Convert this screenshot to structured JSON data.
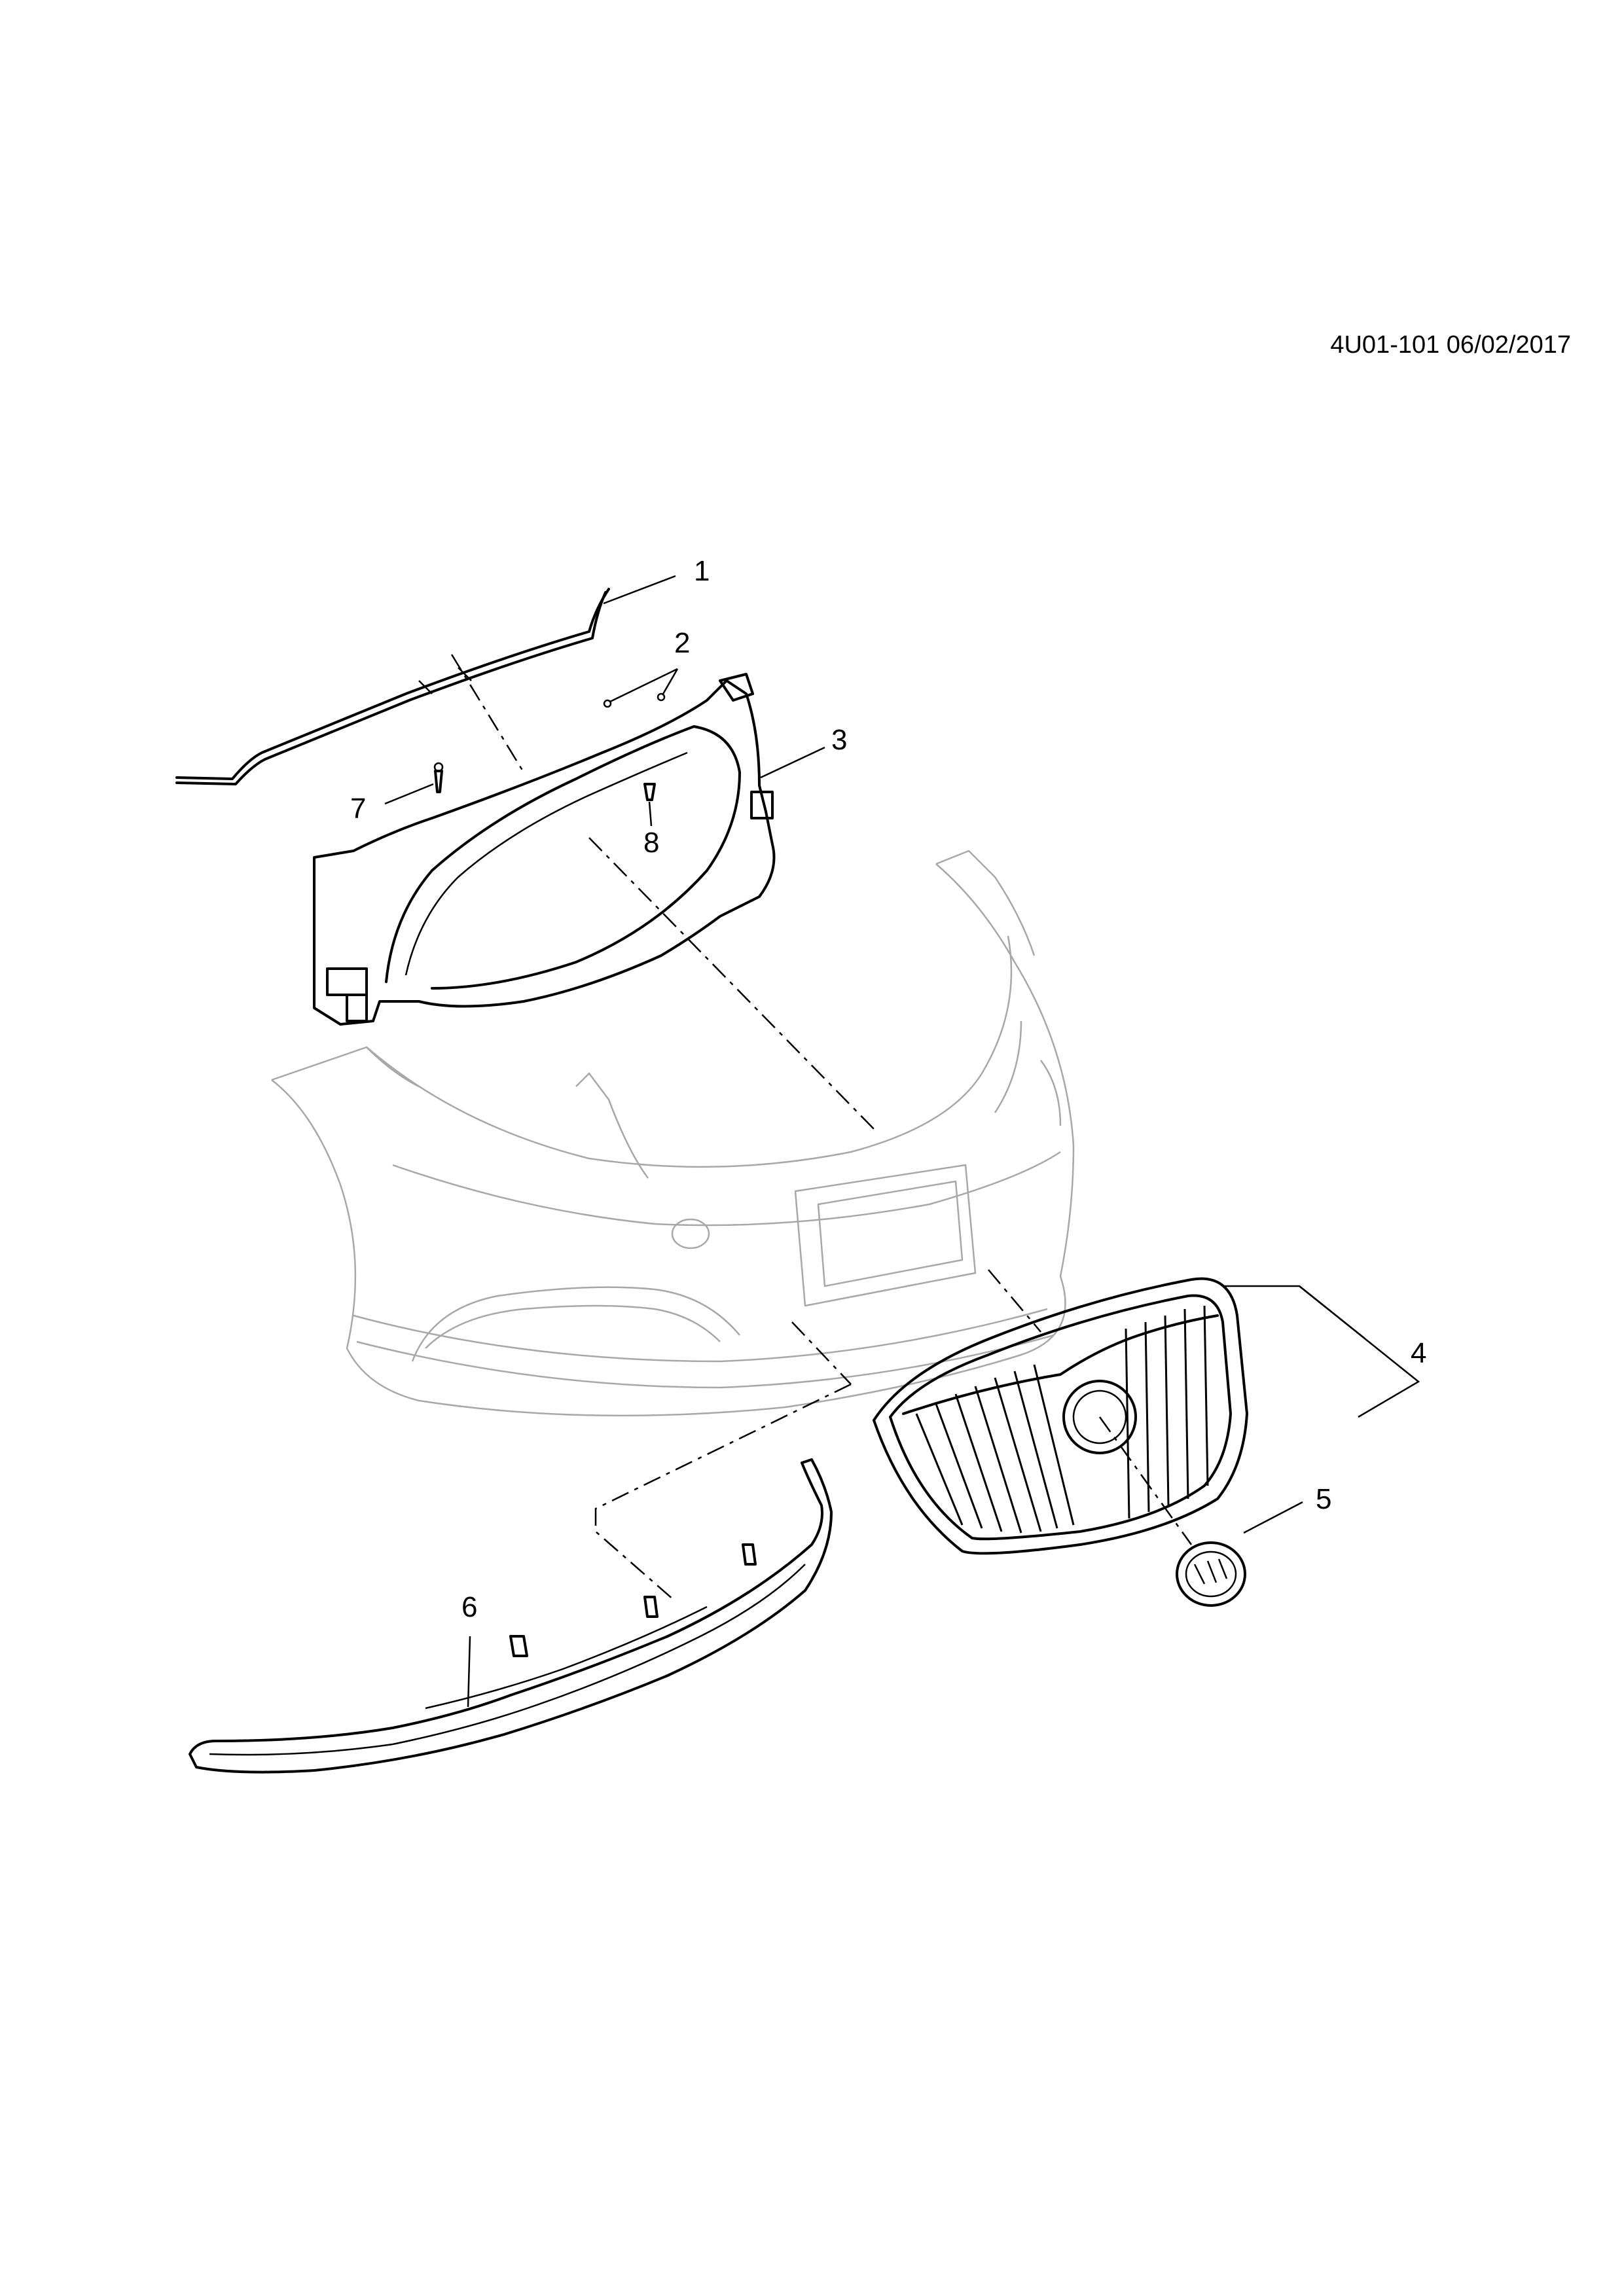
{
  "document": {
    "reference_code": "4U01-101 06/02/2017"
  },
  "callouts": [
    {
      "label": "1"
    },
    {
      "label": "2"
    },
    {
      "label": "3"
    },
    {
      "label": "4"
    },
    {
      "label": "5"
    },
    {
      "label": "6"
    },
    {
      "label": "7"
    },
    {
      "label": "8"
    }
  ]
}
